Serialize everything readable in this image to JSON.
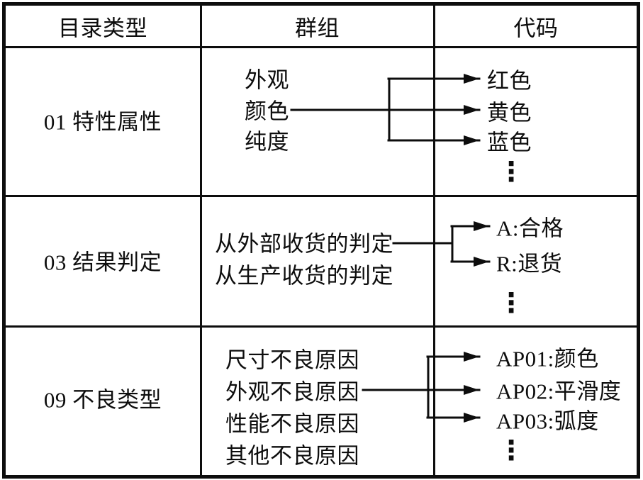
{
  "table": {
    "headers": {
      "catalog_type": "目录类型",
      "group": "群组",
      "code": "代码"
    },
    "rows": [
      {
        "catalog_type": "01 特性属性",
        "groups": [
          "外观",
          "颜色",
          "纯度"
        ],
        "codes": [
          "红色",
          "黄色",
          "蓝色"
        ],
        "more": "⋮"
      },
      {
        "catalog_type": "03 结果判定",
        "groups": [
          "从外部收货的判定",
          "从生产收货的判定"
        ],
        "codes": [
          "A:合格",
          "R:退货"
        ],
        "more": "⋮"
      },
      {
        "catalog_type": "09 不良类型",
        "groups": [
          "尺寸不良原因",
          "外观不良原因",
          "性能不良原因",
          "其他不良原因"
        ],
        "codes": [
          "AP01:颜色",
          "AP02:平滑度",
          "AP03:弧度"
        ],
        "more": "⋮"
      }
    ]
  },
  "colors": {
    "line": "#0d0d0d",
    "background": "#ffffff",
    "text": "#0d0d0d"
  }
}
